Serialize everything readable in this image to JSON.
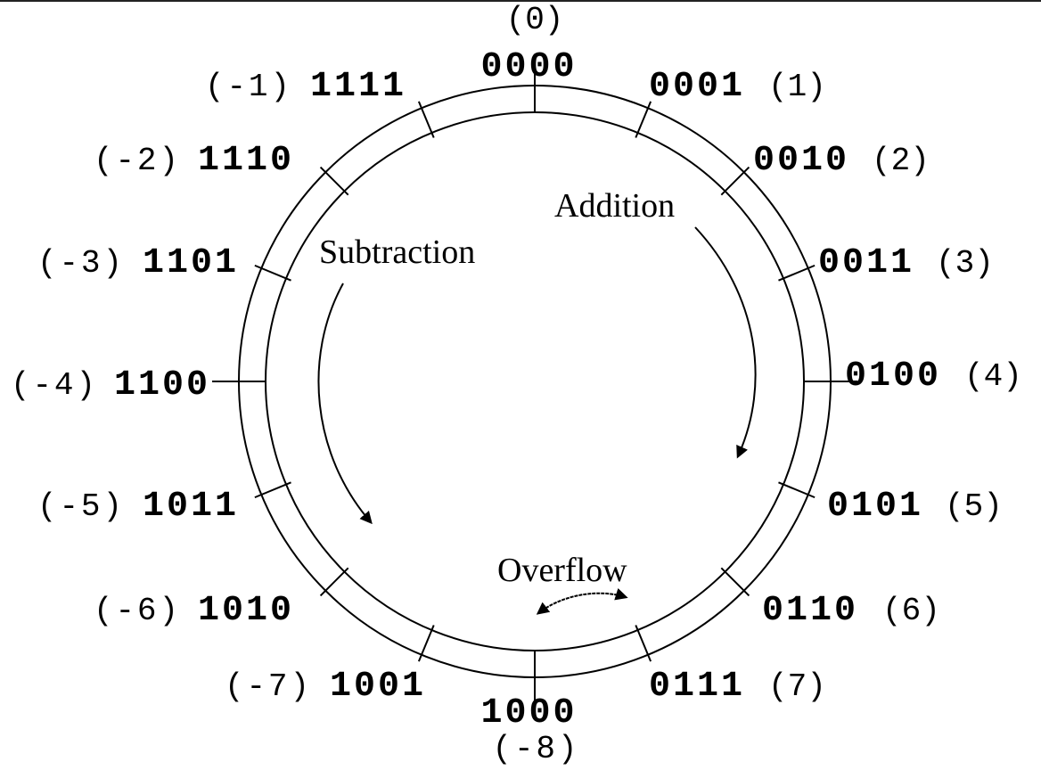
{
  "title": "Four-bit two's complement number circle",
  "labels": [
    {
      "code": "0000",
      "value": "(0)"
    },
    {
      "code": "0001",
      "value": "(1)"
    },
    {
      "code": "0010",
      "value": "(2)"
    },
    {
      "code": "0011",
      "value": "(3)"
    },
    {
      "code": "0100",
      "value": "(4)"
    },
    {
      "code": "0101",
      "value": "(5)"
    },
    {
      "code": "0110",
      "value": "(6)"
    },
    {
      "code": "0111",
      "value": "(7)"
    },
    {
      "code": "1000",
      "value": "(-8)"
    },
    {
      "code": "1001",
      "value": "(-7)"
    },
    {
      "code": "1010",
      "value": "(-6)"
    },
    {
      "code": "1011",
      "value": "(-5)"
    },
    {
      "code": "1100",
      "value": "(-4)"
    },
    {
      "code": "1101",
      "value": "(-3)"
    },
    {
      "code": "1110",
      "value": "(-2)"
    },
    {
      "code": "1111",
      "value": "(-1)"
    }
  ],
  "annotations": {
    "addition": "Addition",
    "subtraction": "Subtraction",
    "overflow": "Overflow"
  }
}
